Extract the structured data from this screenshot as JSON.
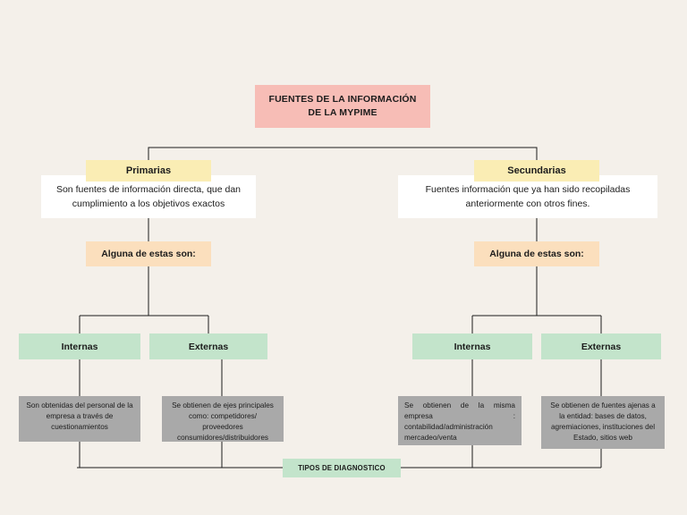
{
  "diagram": {
    "title": "FUENTES DE LA INFORMACIÓN DE LA MYPIME",
    "background_color": "#f4f0ea",
    "title_color": "#f7bdb6",
    "branch_header_color": "#faedb4",
    "description_color": "#ffffff",
    "step_color": "#fbdfbd",
    "category_color": "#c3e4cb",
    "detail_color": "#a9a9a9",
    "connector_color": "#1c1c1c"
  },
  "root": {
    "label": "FUENTES DE LA INFORMACIÓN DE LA MYPIME"
  },
  "branches": [
    {
      "header": "Primarias",
      "description": "Son fuentes de información directa, que dan cumplimiento a los objetivos exactos",
      "step": "Alguna de estas son:",
      "categories": [
        {
          "label": "Internas",
          "detail": "Son obtenidas del personal de la empresa a través de cuestionamientos",
          "detail_align": "center"
        },
        {
          "label": "Externas",
          "detail": "Se obtienen de ejes principales como: competidores/ proveedores consumidores/distribuidores",
          "detail_align": "center"
        }
      ]
    },
    {
      "header": "Secundarias",
      "description": "Fuentes información que ya han sido recopiladas anteriormente con otros fines.",
      "step": "Alguna de estas son:",
      "categories": [
        {
          "label": "Internas",
          "detail": "Se obtienen de la misma empresa : contabilidad/administración mercadeo/venta",
          "detail_align": "justify"
        },
        {
          "label": "Externas",
          "detail": "Se obtienen de fuentes ajenas a la entidad: bases de datos, agremiaciones, instituciones del Estado, sitios web",
          "detail_align": "center"
        }
      ]
    }
  ],
  "footer": {
    "label": "TIPOS DE DIAGNOSTICO"
  }
}
